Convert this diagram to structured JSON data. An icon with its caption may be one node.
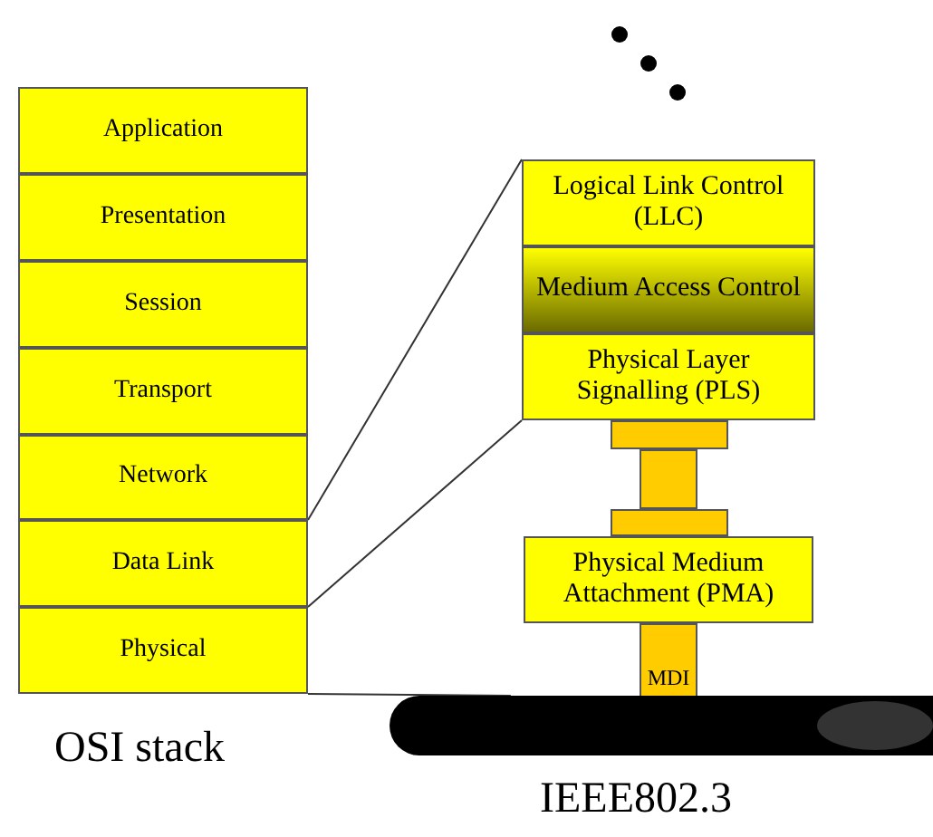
{
  "diagram": {
    "nodes": [
      {
        "text": [
          "Application"
        ]
      },
      {
        "text": [
          "Presentation"
        ]
      },
      {
        "text": [
          "Session"
        ]
      },
      {
        "text": [
          "Transport"
        ]
      },
      {
        "text": [
          "Network"
        ]
      },
      {
        "text": [
          "Data Link"
        ]
      },
      {
        "text": [
          "Physical"
        ]
      },
      {
        "text": [
          "Logical Link Control (LLC)"
        ]
      },
      {
        "text": [
          "Medium Access Control"
        ]
      },
      {
        "text": [
          "Physical Layer Signalling (PLS)"
        ]
      },
      {
        "text": [],
        "shape": "bar"
      },
      {
        "text": [],
        "shape": "bar"
      },
      {
        "text": [],
        "shape": "bar"
      },
      {
        "text": [
          "Physical Medium Attachment (PMA)"
        ]
      },
      {
        "text": [
          "MDI"
        ]
      },
      {
        "text": [],
        "shape": "cylinder"
      }
    ],
    "edges": [
      {
        "from": 5,
        "to": 7,
        "arrow": "none"
      },
      {
        "from": 5,
        "to": 9,
        "arrow": "none"
      },
      {
        "from": 6,
        "to": 15,
        "arrow": "none"
      }
    ],
    "labels": [
      "OSI stack",
      "IEEE802.3"
    ]
  }
}
